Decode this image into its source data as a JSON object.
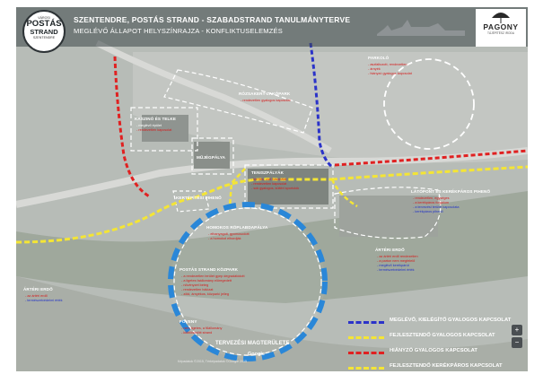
{
  "title": {
    "line1": "SZENTENDRE, POSTÁS STRAND - SZABADSTRAND TANULMÁNYTERVE",
    "line2": "MEGLÉVŐ ÁLLAPOT HELYSZÍNRAJZA - KONFLIKTUSELEMZÉS"
  },
  "badge": {
    "top": "VÁROSI",
    "name1": "POSTÁS",
    "name2": "STRAND",
    "bottom": "SZENTENDRE"
  },
  "pagony": {
    "name": "PAGONY",
    "sub": "TÁJÉPÍTÉSZ IRODA"
  },
  "zones": {
    "parking": "PARKOLÓ",
    "rozsakert": "RÓZSAKERT-LAKÓPARK",
    "kaszino": "KASZINÓ ÉS TELKE",
    "mojeepalya": "MŰJÉGPÁLYA",
    "teniszpalyak": "TENISZPÁLYÁK",
    "kertepitesi": "KERTÉPÍTÉSI PIHENŐ",
    "homokos": "HOMOKOS RÖPLABDAPÁLYA",
    "postas": "POSTÁS STRAND KÖZPARK",
    "foveny": "FÖVENY",
    "arteri_left": "ÁRTÉRI ERDŐ",
    "arteri_right": "ÁRTÉRI ERDŐ",
    "latopont": "LÁTÓPONT ÉS KERÉKPÁROS PIHENŐ",
    "tervezesi": "TERVEZÉSI MAGTERÜLETE"
  },
  "notes": {
    "parking": [
      "- aszfaltozott, rendezetlen",
      "- árnyék",
      "- hiányzó gyalogos kapcsolat"
    ],
    "rozsakert": [
      "- rendezetlen gyalogos kapcsolat"
    ],
    "kaszino": [
      "- meglévő épület",
      "- rendezetlen kapcsolat"
    ],
    "tenisz": [
      "- kerítés, zárt használat",
      "- rendezetlen kapcsolat",
      "- sok gyalogos, kültéri sportolók"
    ],
    "homokos": [
      "- elhanyagolt, gyomosodott",
      "- a homokot elhordják"
    ],
    "postas": [
      "- a rendezetlen terület gyep degradálódott",
      "- a ligetes faállomány elöregedett",
      "  - növényzet beteg",
      "- rendezetlen hálózat",
      "- zöld, árnyékos, közparki jelleg"
    ],
    "foveny": [
      "- nem ligetes, a fűállomány",
      "- kiöblösödött strand"
    ],
    "arteri_left": [
      "- az ártéri erdő",
      "- természetvédelmi érték"
    ],
    "arteri_right": [
      "- az ártéri erdő rendezetlen",
      "- a parton nem megfelelő",
      "- meglévő kerékpárút",
      "- természetvédelmi érték"
    ],
    "latopont": [
      "- rendezetlen, egységes",
      "- a kerékpáros forgalom",
      "- a tervezési terület kapcsolata",
      "- kerékpáros pihenő"
    ]
  },
  "legend": [
    {
      "label": "MEGLÉVŐ, KIELÉGÍTŐ GYALOGOS KAPCSOLAT",
      "color": "#2b33c9"
    },
    {
      "label": "FEJLESZTENDŐ GYALOGOS KAPCSOLAT",
      "color": "#f4e535"
    },
    {
      "label": "HIÁNYZÓ GYALOGOS KAPCSOLAT",
      "color": "#e02121"
    },
    {
      "label": "FEJLESZTENDŐ KERÉKPÁROS KAPCSOLAT",
      "color": "#f4e535"
    }
  ],
  "map_controls": {
    "zoom_in": "+",
    "zoom_out": "−"
  },
  "footer": "Képadatok ©2015, Térképadatok ©Google 2015",
  "watermark": "Google",
  "colors": {
    "blue": "#2b33c9",
    "yellow": "#f4e535",
    "red": "#e02121",
    "white": "#ffffff",
    "ring_blue": "#2a87d8"
  }
}
